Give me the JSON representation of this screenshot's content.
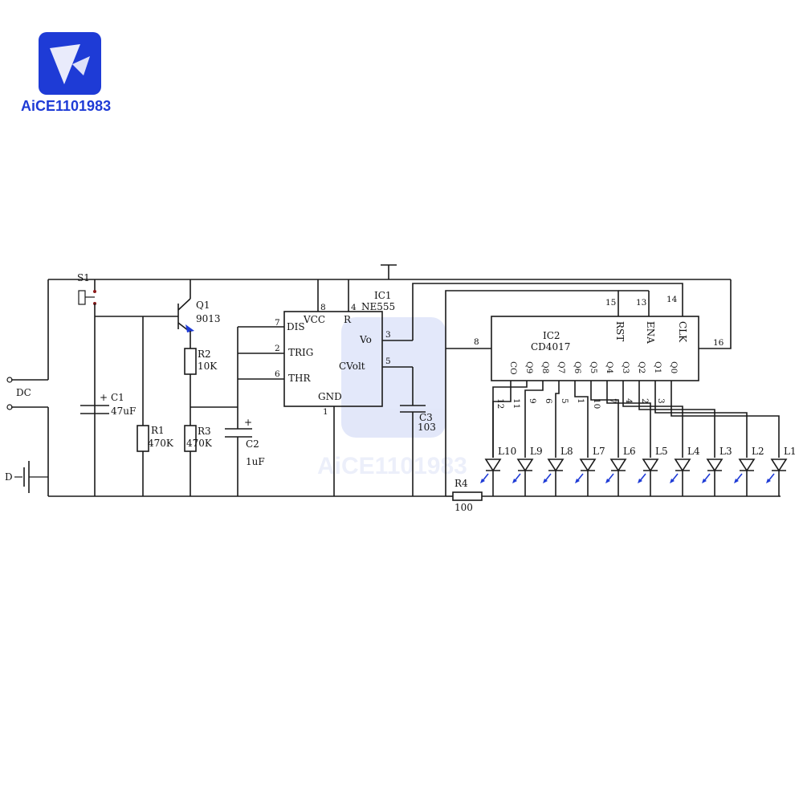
{
  "brand": {
    "name": "AiCE1101983",
    "color": "#1e3bd6",
    "accent": "#e53a2f"
  },
  "watermark": {
    "text": "AiCE1101983"
  },
  "labels": {
    "s1": "S1",
    "dc": "DC",
    "d": "D",
    "c1": "C1",
    "c1v": "47uF",
    "r1": "R1",
    "r1v": "470K",
    "q1": "Q1",
    "q1v": "9013",
    "r2": "R2",
    "r2v": "10K",
    "r3": "R3",
    "r3v": "470K",
    "c2": "C2",
    "c2v": "1uF",
    "ic1": "IC1",
    "ic1v": "NE555",
    "c3": "C3",
    "c3v": "103",
    "ic2": "IC2",
    "ic2v": "CD4017",
    "r4": "R4",
    "r4v": "100",
    "plus": "+"
  },
  "ne555": {
    "pins": {
      "p7": "7",
      "p2": "2",
      "p6": "6",
      "p8": "8",
      "p4": "4",
      "p3": "3",
      "p5": "5",
      "p1": "1"
    },
    "names": {
      "dis": "DIS",
      "trig": "TRIG",
      "thr": "THR",
      "vcc": "VCC",
      "r": "R",
      "vo": "Vo",
      "cvolt": "CVolt",
      "gnd": "GND"
    }
  },
  "cd4017": {
    "top_pins": {
      "p15": "15",
      "p13": "13",
      "p14": "14",
      "p8": "8",
      "p16": "16"
    },
    "top_names": {
      "rst": "RST",
      "ena": "ENA",
      "clk": "CLK"
    },
    "outputs": [
      {
        "name": "CO",
        "pin": "12"
      },
      {
        "name": "Q9",
        "pin": "11"
      },
      {
        "name": "Q8",
        "pin": "9"
      },
      {
        "name": "Q7",
        "pin": "6"
      },
      {
        "name": "Q6",
        "pin": "5"
      },
      {
        "name": "Q5",
        "pin": "1"
      },
      {
        "name": "Q4",
        "pin": "10"
      },
      {
        "name": "Q3",
        "pin": "7"
      },
      {
        "name": "Q2",
        "pin": "4"
      },
      {
        "name": "Q1",
        "pin": "2"
      },
      {
        "name": "Q0",
        "pin": "3"
      }
    ]
  },
  "leds": [
    "L10",
    "L9",
    "L8",
    "L7",
    "L6",
    "L5",
    "L4",
    "L3",
    "L2",
    "L1"
  ],
  "colors": {
    "wire": "#1a1a1a",
    "led_arrow": "#1e3bd6",
    "pin_dot": "#8b1a1a"
  }
}
